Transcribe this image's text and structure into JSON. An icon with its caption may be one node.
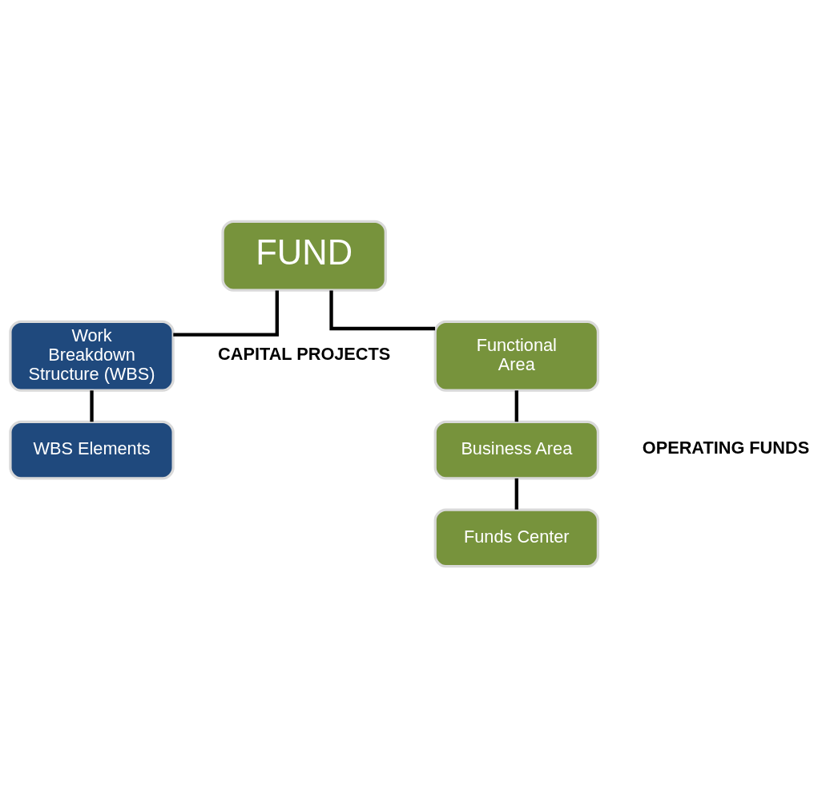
{
  "diagram": {
    "nodes": [
      {
        "text": [
          "FUND"
        ]
      },
      {
        "text": [
          "Work Breakdown Structure (WBS)"
        ]
      },
      {
        "text": [
          "Functional Area"
        ]
      },
      {
        "text": [
          "WBS Elements"
        ]
      },
      {
        "text": [
          "Business Area"
        ]
      },
      {
        "text": [
          "Funds Center"
        ]
      }
    ],
    "edges": [
      {
        "from": 0,
        "to": 1,
        "arrow": "none"
      },
      {
        "from": 0,
        "to": 2,
        "arrow": "none"
      },
      {
        "from": 1,
        "to": 3,
        "arrow": "none"
      },
      {
        "from": 2,
        "to": 4,
        "arrow": "none"
      },
      {
        "from": 4,
        "to": 5,
        "arrow": "none"
      }
    ],
    "labels": [
      "CAPITAL PROJECTS",
      "OPERATING FUNDS"
    ]
  }
}
